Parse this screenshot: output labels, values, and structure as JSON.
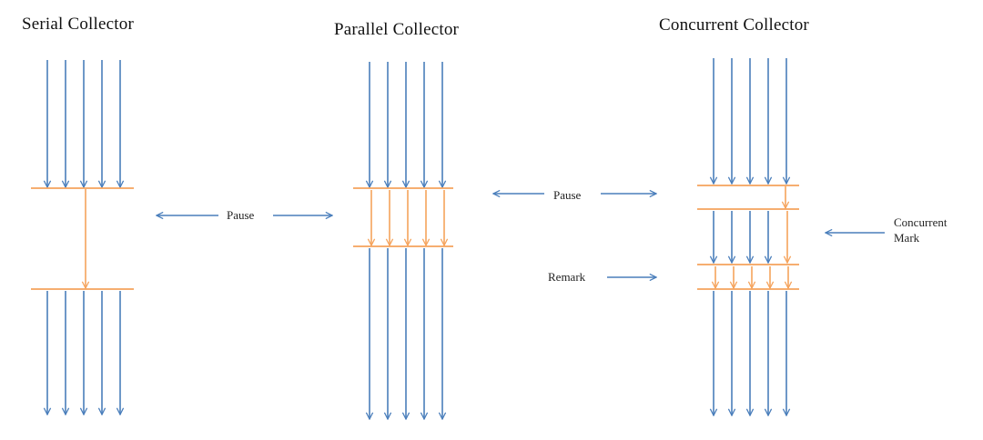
{
  "titles": {
    "serial": "Serial Collector",
    "parallel": "Parallel Collector",
    "concurrent": "Concurrent Collector"
  },
  "labels": {
    "pause_left": "Pause",
    "pause_right": "Pause",
    "remark": "Remark",
    "concurrent_mark_line1": "Concurrent",
    "concurrent_mark_line2": "Mark"
  },
  "colors": {
    "application_thread": "#4a7ebb",
    "gc_thread": "#f5a35c"
  }
}
